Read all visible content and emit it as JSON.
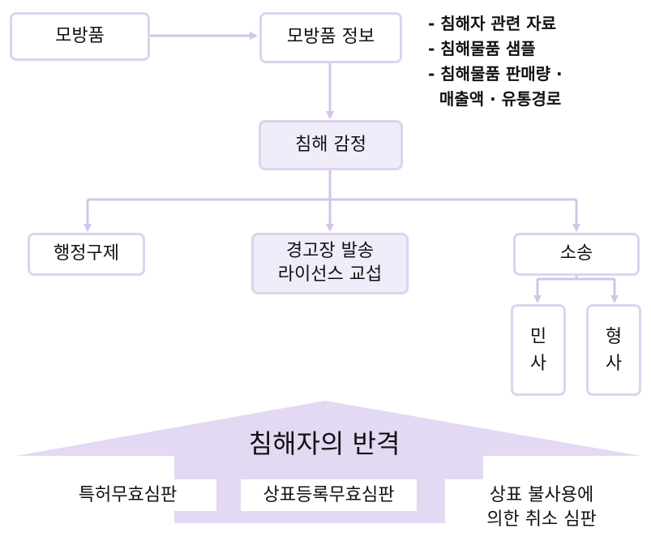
{
  "flow": {
    "counterfeit": "모방품",
    "counterfeit_info": "모방품  정보",
    "infringement_appraisal": "침해  감정",
    "admin_regulation": "행정구제",
    "warning_license": "경고장  발송\n라이선스  교섭",
    "lawsuit": "소송",
    "civil": "민\n사",
    "criminal": "형\n사"
  },
  "info_notes": [
    "- 침해자 관련 자료",
    "- 침해물품 샘플",
    "- 침해물품 판매량 ·",
    "  매출액 · 유통경로"
  ],
  "counterattack": {
    "title": "침해자의  반격",
    "options": [
      "특허무효심판",
      "상표등록무효심판",
      "상표  불사용에\n의한  취소  심판"
    ]
  },
  "colors": {
    "box_border": "#ddd3ee",
    "box_fill": "#f1ecf9",
    "arrow": "#d2c4ea",
    "roof": "#e3d9f3"
  }
}
